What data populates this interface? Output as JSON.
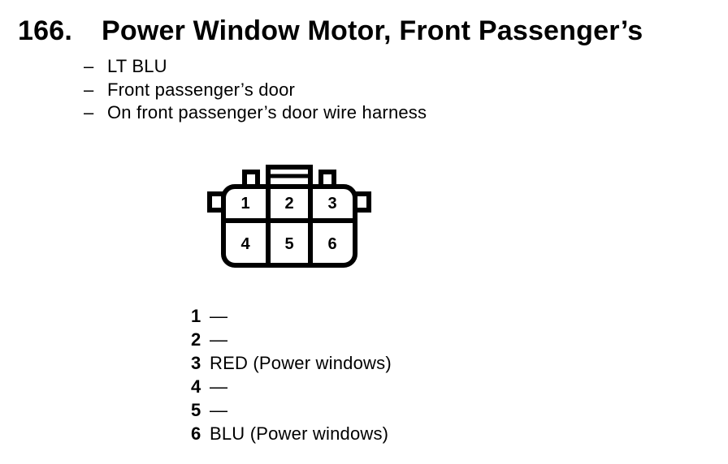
{
  "page": {
    "background_color": "#ffffff",
    "ink_color": "#000000"
  },
  "header": {
    "item_number": "166.",
    "title": "Power Window Motor, Front Passenger’s"
  },
  "details": {
    "dash": "–",
    "items": [
      "LT BLU",
      "Front passenger’s door",
      "On front passenger’s door wire harness"
    ]
  },
  "connector": {
    "description": "6-cavity connector, front view, 2 rows x 3 columns",
    "cavities": [
      "1",
      "2",
      "3",
      "4",
      "5",
      "6"
    ]
  },
  "pinout": {
    "rows": [
      {
        "pin": "1",
        "wire": "—"
      },
      {
        "pin": "2",
        "wire": "—"
      },
      {
        "pin": "3",
        "wire": "RED (Power windows)"
      },
      {
        "pin": "4",
        "wire": "—"
      },
      {
        "pin": "5",
        "wire": "—"
      },
      {
        "pin": "6",
        "wire": "BLU (Power windows)"
      }
    ]
  }
}
